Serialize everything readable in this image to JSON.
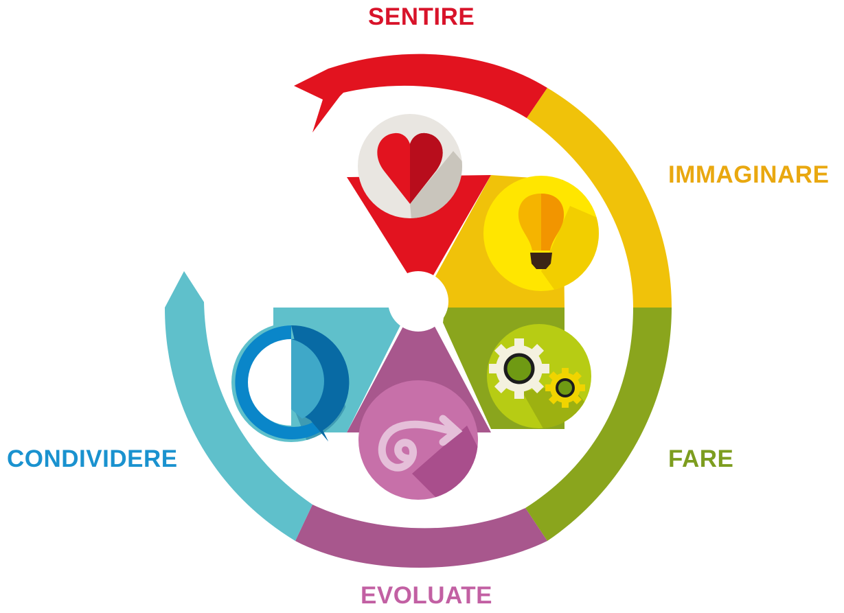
{
  "stages": [
    {
      "id": "sentire",
      "label": "SENTIRE",
      "color": "#d8132a",
      "icon": "heart-icon"
    },
    {
      "id": "immaginare",
      "label": "IMMAGINARE",
      "color": "#e9a810",
      "icon": "lightbulb-icon"
    },
    {
      "id": "fare",
      "label": "FARE",
      "color": "#7d9d1f",
      "icon": "gears-icon"
    },
    {
      "id": "evoluate",
      "label": "EVOLUATE",
      "color": "#c260a3",
      "icon": "spiral-arrow-icon"
    },
    {
      "id": "condividere",
      "label": "CONDIVIDERE",
      "color": "#1a92cf",
      "icon": "speech-bubble-icon"
    }
  ],
  "colors": {
    "red": "#e2131f",
    "yellow": "#f0c20a",
    "green": "#8aa51d",
    "purple": "#a8578d",
    "teal": "#5fc0cb",
    "background": "#ffffff"
  }
}
